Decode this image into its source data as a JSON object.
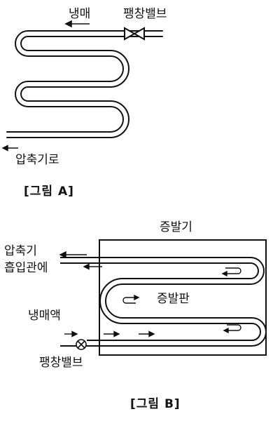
{
  "figure_a": {
    "refrigerant_label": "냉매",
    "expansion_valve_label": "팽창밸브",
    "compressor_label": "압축기로",
    "caption": "[그림 A]"
  },
  "figure_b": {
    "evaporator_label": "증발기",
    "suction_line_label_line1": "압축기",
    "suction_line_label_line2": "흡입관에",
    "plate_label": "증발판",
    "liquid_label": "냉매액",
    "expansion_valve_label": "팽창밸브",
    "caption": "[그림 B]"
  }
}
